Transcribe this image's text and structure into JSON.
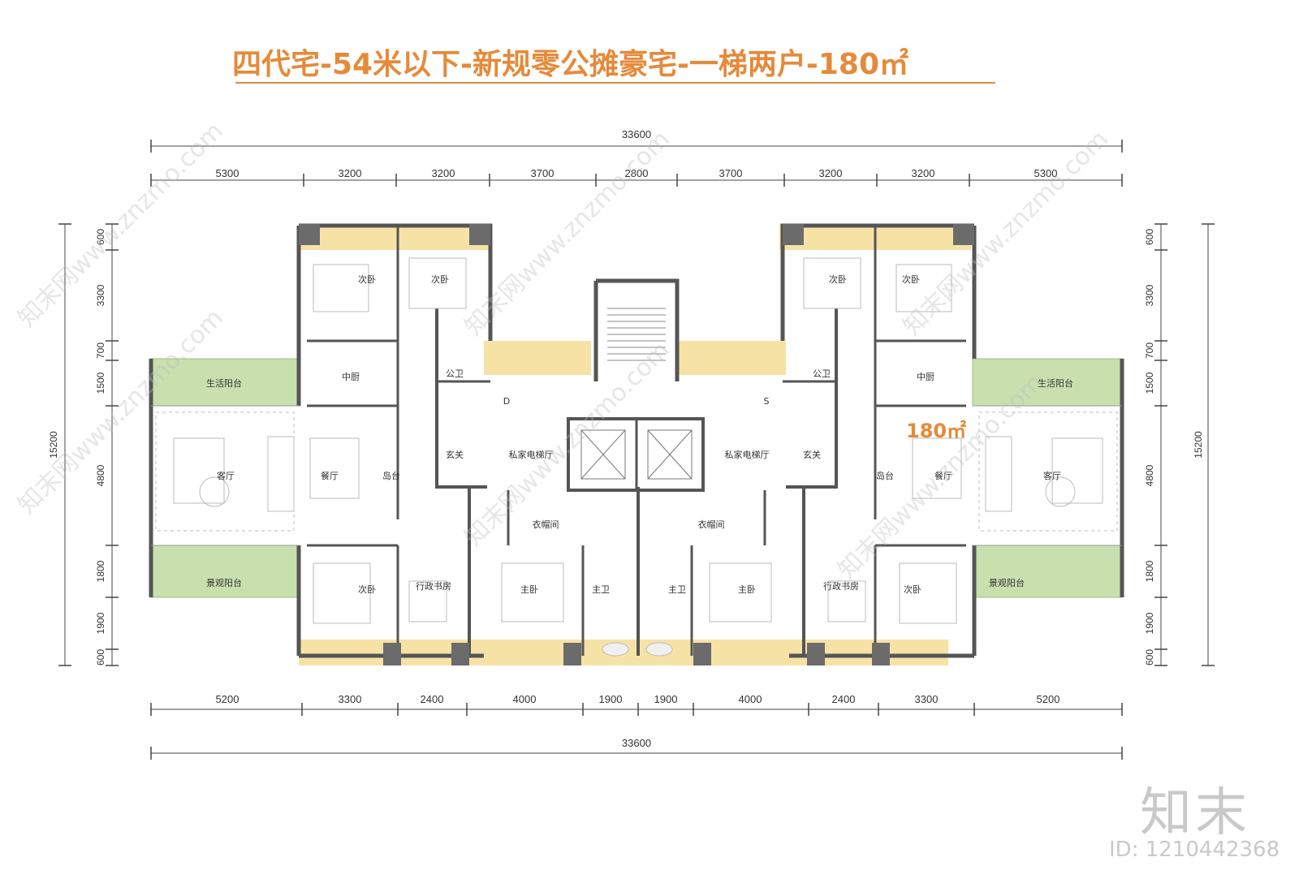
{
  "title": "四代宅-54米以下-新规零公摊豪宅-一梯两户-180㎡",
  "area_label": "180㎡",
  "brand": "知末",
  "id_text": "ID: 1210442368",
  "watermark": "知末网www.znzmo.com",
  "dimensions": {
    "top_total": "33600",
    "top_segments": [
      "5300",
      "3200",
      "3200",
      "3700",
      "2800",
      "3700",
      "3200",
      "3200",
      "5300"
    ],
    "bottom_segments": [
      "5200",
      "3300",
      "2400",
      "4000",
      "1900",
      "1900",
      "4000",
      "2400",
      "3300",
      "5200"
    ],
    "bottom_total": "33600",
    "left_segments": [
      "600",
      "3300",
      "700",
      "1500",
      "4800",
      "1800",
      "1900",
      "600"
    ],
    "left_total": "15200",
    "right_segments": [
      "600",
      "3300",
      "700",
      "1500",
      "4800",
      "1800",
      "1900",
      "600"
    ],
    "right_total": "15200"
  },
  "rooms": {
    "left_bedroom_1": "次卧",
    "left_bedroom_2": "次卧",
    "left_kitchen": "中厨",
    "left_public_bath": "公卫",
    "left_life_balcony": "生活阳台",
    "left_living": "客厅",
    "left_dining": "餐厅",
    "left_island": "岛台",
    "left_foyer": "玄关",
    "left_elevator_hall": "私家电梯厅",
    "left_closet": "衣帽间",
    "left_view_balcony": "景观阳台",
    "left_bedroom_3": "次卧",
    "left_study": "行政书房",
    "left_master": "主卧",
    "left_master_bath": "主卫",
    "left_shaft": "D",
    "right_bedroom_1": "次卧",
    "right_bedroom_2": "次卧",
    "right_kitchen": "中厨",
    "right_public_bath": "公卫",
    "right_life_balcony": "生活阳台",
    "right_living": "客厅",
    "right_dining": "餐厅",
    "right_island": "岛台",
    "right_foyer": "玄关",
    "right_elevator_hall": "私家电梯厅",
    "right_closet": "衣帽间",
    "right_view_balcony": "景观阳台",
    "right_bedroom_3": "次卧",
    "right_study": "行政书房",
    "right_master": "主卧",
    "right_master_bath": "主卫",
    "right_shaft": "S"
  },
  "colors": {
    "title": "#e58a3a",
    "wall": "#555555",
    "yellow_zone": "#f7e2a6",
    "green_zone": "#c8dfae",
    "dim_line": "#444444",
    "watermark": "#c9c9c9"
  }
}
